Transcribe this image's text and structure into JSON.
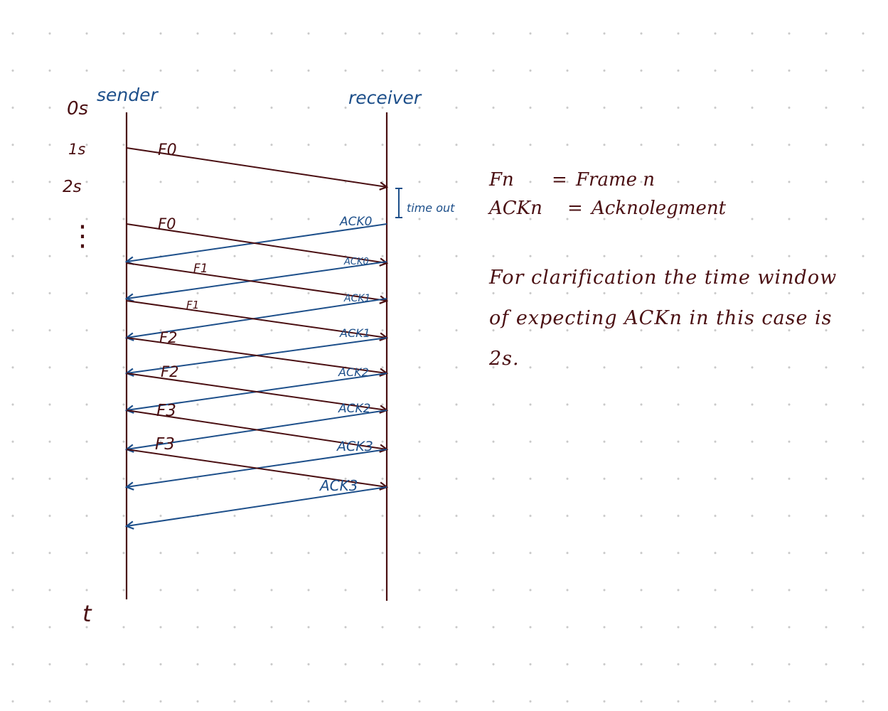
{
  "header": {
    "time_zero": "0s",
    "sender": "sender",
    "receiver": "receiver",
    "time_axis": "t",
    "timeout": "time out"
  },
  "time_labels": [
    "1s",
    "2s",
    "⋮"
  ],
  "frames": [
    "F0",
    "F0",
    "F1",
    "F1",
    "F2",
    "F2",
    "F3",
    "F3"
  ],
  "acks_at_receiver": [
    "ACK0",
    "ACK0",
    "ACK1",
    "ACK1",
    "ACK2",
    "ACK2",
    "ACK3",
    "ACK3"
  ],
  "legend": {
    "fn_symbol": "Fn",
    "fn_eq": "=",
    "fn_meaning": "Frame n",
    "ackn_symbol": "ACKn",
    "ackn_eq": "=",
    "ackn_meaning": "Acknolegment"
  },
  "note": "For clarification the time window of expecting ACKn in this case is 2s.",
  "colors": {
    "frame": "#4a0f12",
    "ack": "#1d4f8a",
    "grid": "#c9c9c9"
  }
}
